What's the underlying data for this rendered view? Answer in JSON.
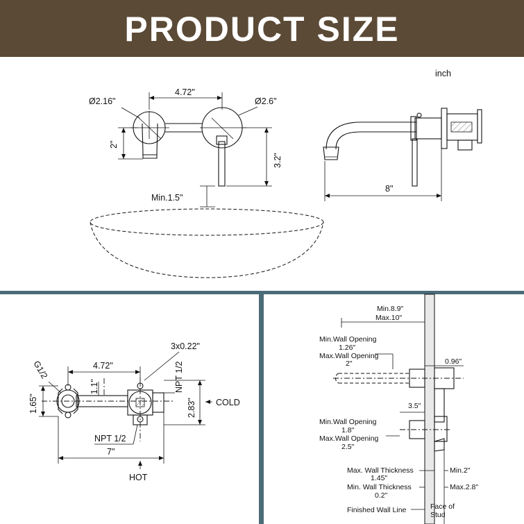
{
  "header": {
    "title": "PRODUCT SIZE"
  },
  "colors": {
    "banner": "#5b4a36",
    "divider": "#4b6b78"
  },
  "top_panel": {
    "unit": "inch",
    "front_view": {
      "spout_diameter": "Ø2.16\"",
      "handle_diameter": "Ø2.6\"",
      "center_distance": "4.72\"",
      "spout_height": "2\"",
      "handle_length": "3.2\"",
      "min_clearance": "Min.1.5\""
    },
    "side_view": {
      "spout_length": "8\""
    }
  },
  "bottom_left_panel": {
    "hole_size": "3x0.22\"",
    "center_distance": "4.72\"",
    "inlet_left": "G1/2",
    "inlet_top": "NPT 1/2",
    "inlet_bottom": "NPT 1/2",
    "offset": "1.1\"",
    "body_height": "1.65\"",
    "outlet_height": "2.83\"",
    "total_length": "7\"",
    "cold_label": "COLD",
    "hot_label": "HOT"
  },
  "bottom_right_panel": {
    "min_depth": "Min.8.9\"",
    "max_depth": "Max.10\"",
    "spout_wall_opening_min_label": "Min.Wall Opening",
    "spout_wall_opening_min_value": "1.26\"",
    "spout_wall_opening_max_label": "Max.Wall Opening",
    "spout_wall_opening_max_value": "2\"",
    "flange_depth": "0.96\"",
    "valve_spacing": "3.5\"",
    "valve_wall_opening_min_label": "Min.Wall Opening",
    "valve_wall_opening_min_value": "1.8\"",
    "valve_wall_opening_max_label": "Max.Wall Opening",
    "valve_wall_opening_max_value": "2.5\"",
    "max_wall_thickness_label": "Max. Wall Thickness",
    "max_wall_thickness_value": "1.45\"",
    "min_wall_thickness_label": "Min. Wall Thickness",
    "min_wall_thickness_value": "0.2\"",
    "stud_min": "Min.2\"",
    "stud_max": "Max.2.8\"",
    "finished_wall_line": "Finished Wall Line",
    "face_of_stud_line1": "Face of",
    "face_of_stud_line2": "Stud"
  }
}
